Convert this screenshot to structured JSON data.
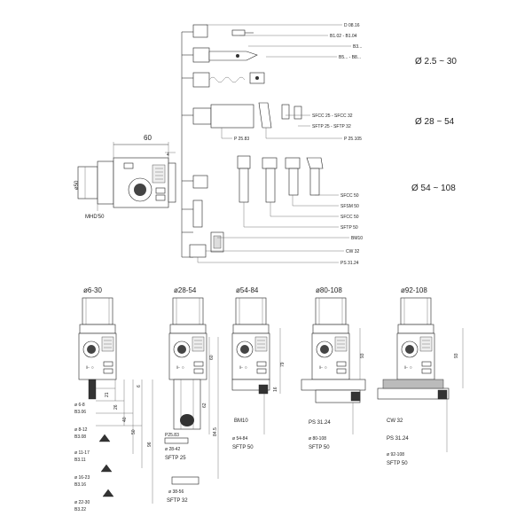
{
  "upper": {
    "body_label": "MHD'50",
    "dim_width": "60",
    "dim_4": "4",
    "dim_dia50": "ø50",
    "group1_labels": [
      "D 08.16",
      "B1.02 - B1.04",
      "B3...",
      "B5... - B8..."
    ],
    "group1_range": "Ø 2.5 ~ 30",
    "group2_labels": [
      "SFCC 25 - SFCC 32",
      "SFTP 25 - SFTP 32",
      "P 25.83",
      "P 25.105"
    ],
    "group2_range": "Ø 28 ~ 54",
    "group3_labels": [
      "SFCC 50",
      "SFSM 50",
      "SFCC 50",
      "SFTP 50",
      "BM10",
      "CW 32",
      "PS 31.24"
    ],
    "group3_range": "Ø 54 ~ 108"
  },
  "lower": {
    "headers": [
      "ø6-30",
      "ø28-54",
      "ø54-84",
      "ø80-108",
      "ø92-108"
    ],
    "col1": {
      "dims": [
        "21",
        "26",
        "40",
        "50",
        "6",
        "96"
      ],
      "items": [
        {
          "range": "ø 6-8",
          "code": "B3.06"
        },
        {
          "range": "ø 8-12",
          "code": "B3.08"
        },
        {
          "range": "ø 11-17",
          "code": "B3.11"
        },
        {
          "range": "ø 16-23",
          "code": "B3.16"
        },
        {
          "range": "ø 22-30",
          "code": "B3.22"
        }
      ]
    },
    "col2": {
      "dims": [
        "60",
        "62",
        "84.5"
      ],
      "items": [
        "P25.83",
        "ø 28-42",
        "SFTP 25",
        "ø 38-56",
        "SFTP 32"
      ]
    },
    "col3": {
      "dims": [
        "79",
        "16"
      ],
      "items": [
        "BM10",
        "ø 54-84",
        "SFTP 50"
      ]
    },
    "col4": {
      "dims": [
        "93"
      ],
      "items": [
        "PS 31.24",
        "ø 80-108",
        "SFTP 50"
      ]
    },
    "col5": {
      "dims": [
        "93"
      ],
      "items": [
        "CW 32",
        "PS 31.24",
        "ø 92-108",
        "SFTP 50"
      ]
    }
  }
}
